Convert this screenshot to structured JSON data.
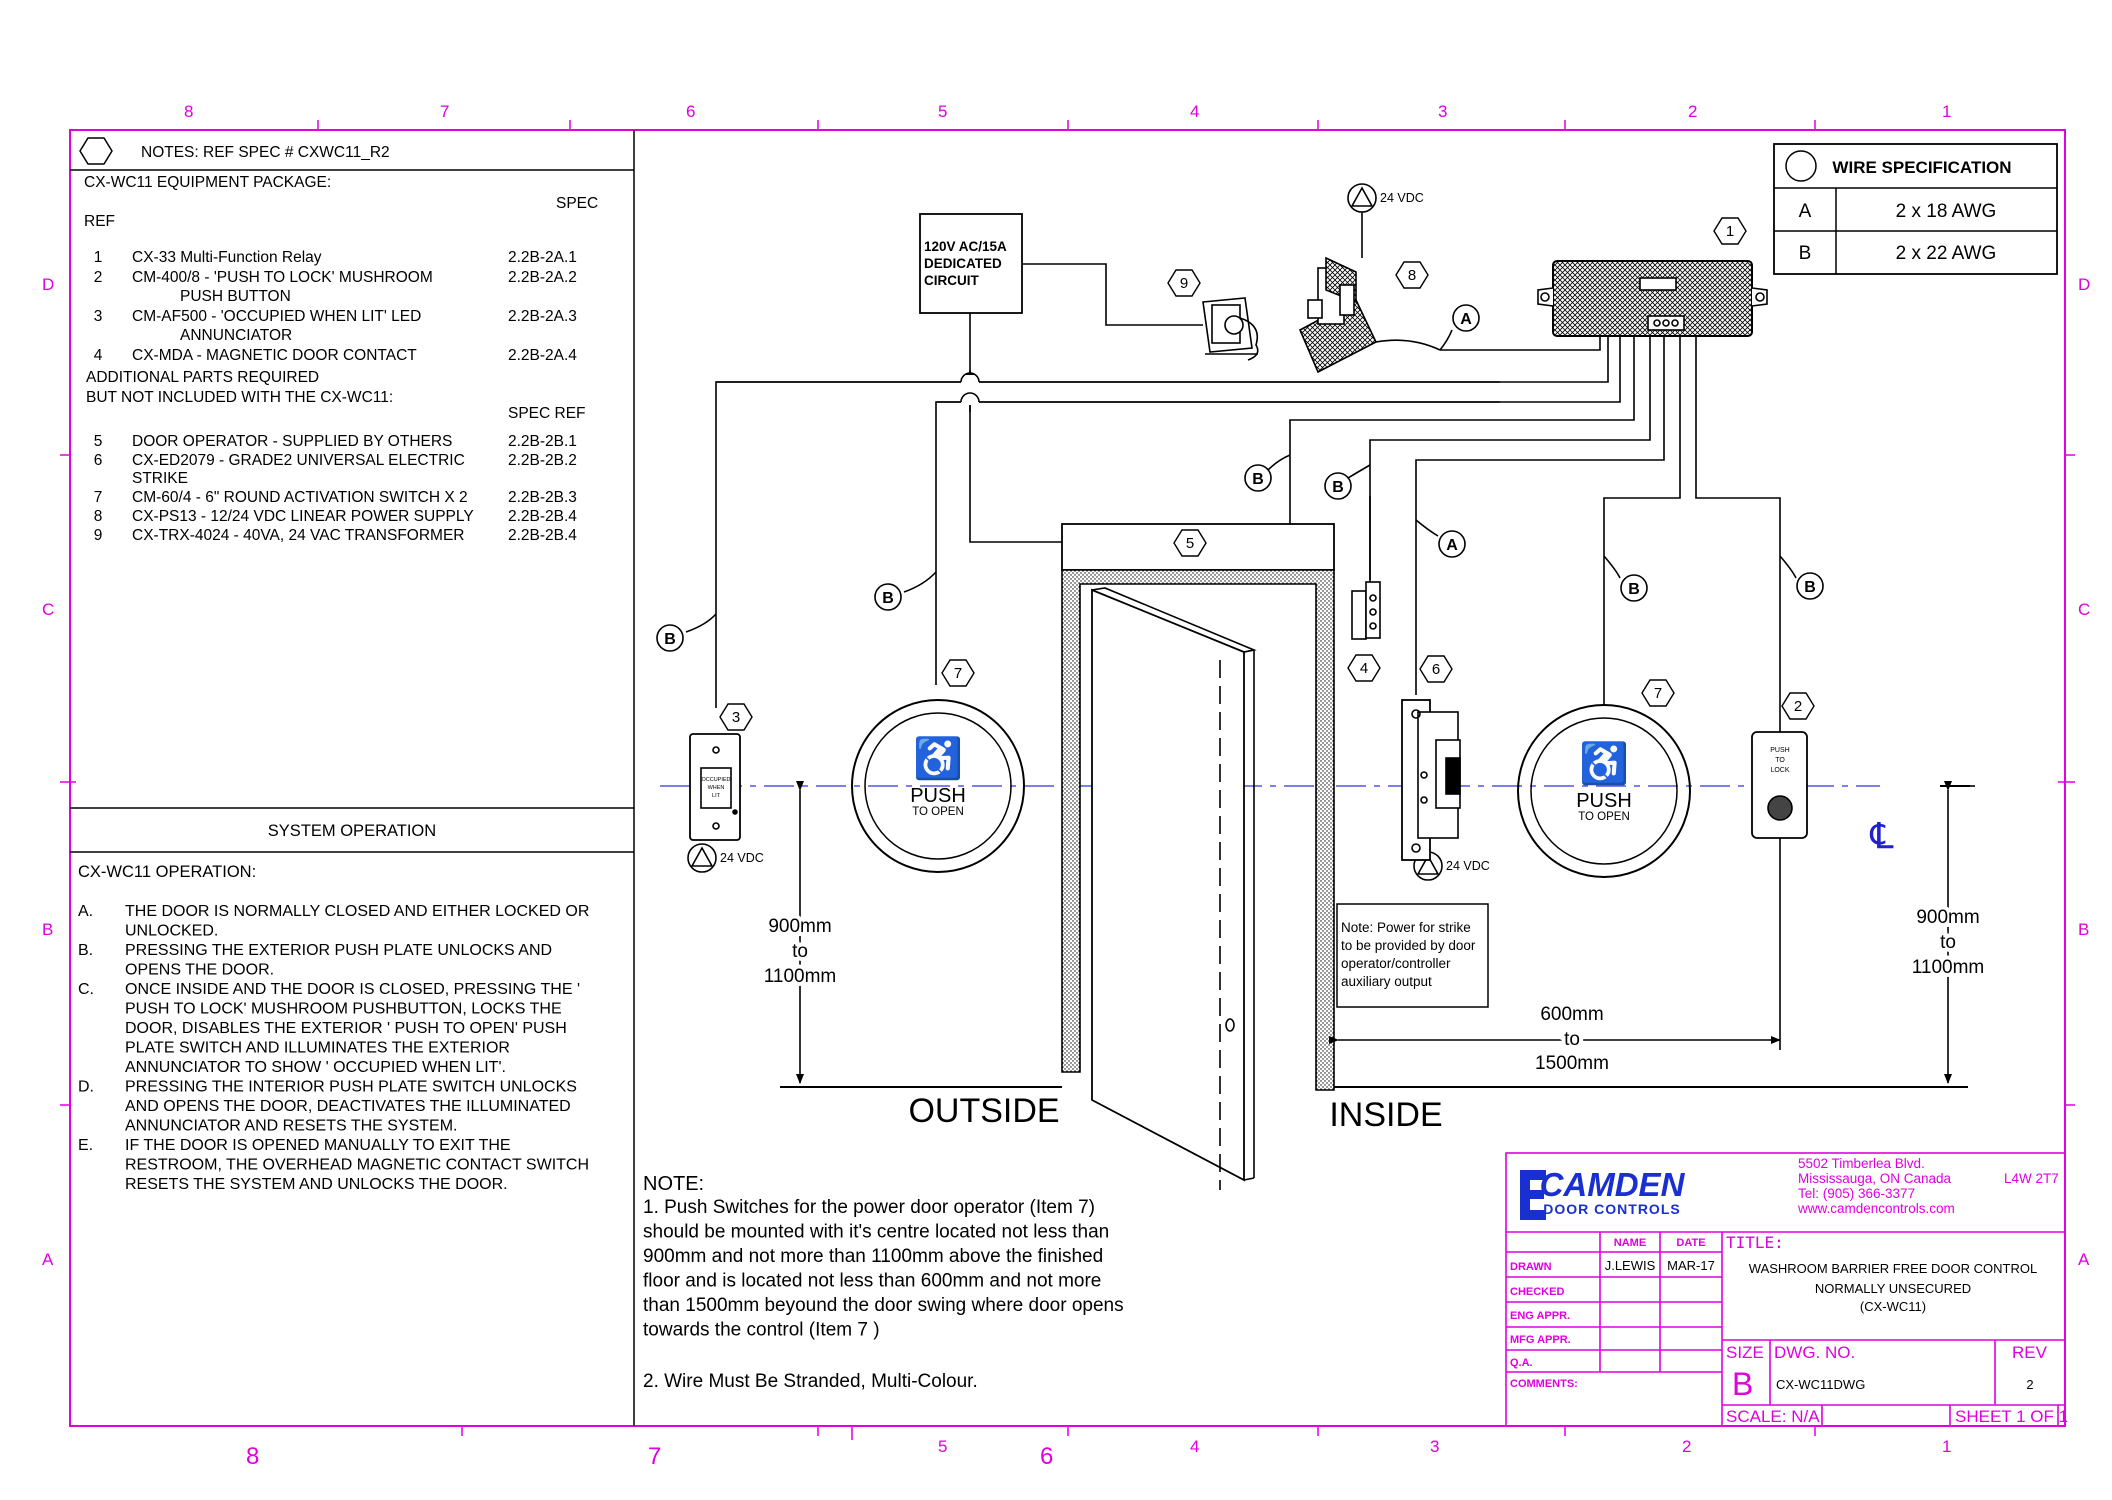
{
  "colors": {
    "border": "#e000e0",
    "ink": "#000000",
    "centerline": "#3030e0",
    "logo": "#1a2fd0"
  },
  "zones": {
    "top": [
      "8",
      "7",
      "6",
      "5",
      "4",
      "3",
      "2",
      "1"
    ],
    "bottom": [
      "8",
      "7",
      "6",
      "5",
      "4",
      "3",
      "2",
      "1"
    ],
    "left": [
      "D",
      "C",
      "B",
      "A"
    ],
    "right": [
      "D",
      "C",
      "B",
      "A"
    ]
  },
  "notes_header": "NOTES:  REF SPEC # CXWC11_R2",
  "equipment": {
    "title": "CX-WC11 EQUIPMENT PACKAGE:",
    "spec_label": "SPEC",
    "ref_label": "REF",
    "items": [
      {
        "no": "1",
        "desc": "CX-33 Multi-Function Relay",
        "desc2": "",
        "spec": "2.2B-2A.1"
      },
      {
        "no": "2",
        "desc": "CM-400/8 - 'PUSH TO LOCK' MUSHROOM",
        "desc2": "PUSH BUTTON",
        "spec": "2.2B-2A.2"
      },
      {
        "no": "3",
        "desc": "CM-AF500 - 'OCCUPIED WHEN LIT' LED",
        "desc2": "ANNUNCIATOR",
        "spec": "2.2B-2A.3"
      },
      {
        "no": "4",
        "desc": "CX-MDA - MAGNETIC DOOR CONTACT",
        "desc2": "",
        "spec": "2.2B-2A.4"
      }
    ],
    "additional_1": "ADDITIONAL PARTS REQUIRED",
    "additional_2": "BUT NOT INCLUDED WITH THE CX-WC11:",
    "spec_ref_label": "SPEC REF",
    "extra_items": [
      {
        "no": "5",
        "desc": "DOOR OPERATOR - SUPPLIED BY OTHERS",
        "desc2": "",
        "spec": "2.2B-2B.1"
      },
      {
        "no": "6",
        "desc": "CX-ED2079 - GRADE2 UNIVERSAL ELECTRIC",
        "desc2": "STRIKE",
        "spec": "2.2B-2B.2"
      },
      {
        "no": "7",
        "desc": "CM-60/4 - 6\" ROUND ACTIVATION SWITCH X 2",
        "desc2": "",
        "spec": "2.2B-2B.3"
      },
      {
        "no": "8",
        "desc": "CX-PS13 - 12/24 VDC LINEAR POWER SUPPLY",
        "desc2": "",
        "spec": "2.2B-2B.4"
      },
      {
        "no": "9",
        "desc": "CX-TRX-4024 - 40VA, 24 VAC TRANSFORMER",
        "desc2": "",
        "spec": "2.2B-2B.4"
      }
    ]
  },
  "system_operation": {
    "title": "SYSTEM OPERATION",
    "subtitle": "CX-WC11 OPERATION:",
    "steps": [
      {
        "letter": "A.",
        "lines": [
          "THE DOOR IS NORMALLY CLOSED AND EITHER LOCKED OR",
          "UNLOCKED."
        ]
      },
      {
        "letter": "B.",
        "lines": [
          "PRESSING THE EXTERIOR PUSH PLATE UNLOCKS AND",
          "OPENS THE DOOR."
        ]
      },
      {
        "letter": "C.",
        "lines": [
          "ONCE INSIDE AND THE DOOR IS CLOSED, PRESSING THE '",
          "PUSH TO LOCK' MUSHROOM PUSHBUTTON, LOCKS THE",
          "DOOR, DISABLES THE EXTERIOR ' PUSH TO OPEN' PUSH",
          "PLATE SWITCH AND ILLUMINATES THE EXTERIOR",
          "ANNUNCIATOR TO SHOW ' OCCUPIED WHEN LIT'."
        ]
      },
      {
        "letter": "D.",
        "lines": [
          "PRESSING THE INTERIOR PUSH PLATE SWITCH UNLOCKS",
          "AND OPENS THE DOOR, DEACTIVATES THE ILLUMINATED",
          "ANNUNCIATOR AND RESETS THE SYSTEM."
        ]
      },
      {
        "letter": "E.",
        "lines": [
          "IF THE DOOR IS OPENED MANUALLY TO EXIT THE",
          "RESTROOM, THE OVERHEAD MAGNETIC CONTACT SWITCH",
          "RESETS THE SYSTEM AND UNLOCKS THE DOOR."
        ]
      }
    ]
  },
  "wire_spec": {
    "title": "WIRE SPECIFICATION",
    "rows": [
      {
        "ref": "A",
        "value": "2 x 18 AWG"
      },
      {
        "ref": "B",
        "value": "2 x 22 AWG"
      }
    ]
  },
  "diagram": {
    "circuit_label": [
      "120V AC/15A",
      "DEDICATED",
      "CIRCUIT"
    ],
    "vdc": "24 VDC",
    "wire_a": "A",
    "wire_b": "B",
    "item_labels": [
      "1",
      "2",
      "3",
      "4",
      "5",
      "6",
      "7",
      "8",
      "9"
    ],
    "push": "PUSH",
    "to_open": "TO OPEN",
    "occupied": [
      "OCCUPIED",
      "WHEN",
      "LIT"
    ],
    "push_to_lock": [
      "PUSH",
      "TO",
      "LOCK"
    ],
    "height_left": [
      "900mm",
      "to",
      "1100mm"
    ],
    "height_right": [
      "900mm",
      "to",
      "1100mm"
    ],
    "distance": [
      "600mm",
      "to",
      "1500mm"
    ],
    "outside": "OUTSIDE",
    "inside": "INSIDE",
    "centerline": "℄",
    "strike_note": [
      "Note: Power for strike",
      "to be provided by door",
      "operator/controller",
      "auxiliary output"
    ]
  },
  "bottom_note": {
    "title": "NOTE:",
    "lines": [
      "1. Push Switches for the power door operator (Item 7)",
      "should be mounted with it's centre located not less than",
      "900mm and not more than 1100mm above the finished",
      "floor and is located not less than 600mm and not more",
      "than 1500mm beyound the door swing where door opens",
      "towards the control (Item 7 )"
    ],
    "line2": "2. Wire Must Be Stranded, Multi-Colour."
  },
  "title_block": {
    "logo_main": "CAMDEN",
    "logo_sub": "DOOR CONTROLS",
    "address": [
      "5502 Timberlea Blvd.",
      "Mississauga, ON  Canada",
      "Tel: (905) 366-3377",
      "www.camdencontrols.com"
    ],
    "postal": "L4W 2T7",
    "name_label": "NAME",
    "date_label": "DATE",
    "title_label": "TITLE:",
    "rows": [
      "DRAWN",
      "CHECKED",
      "ENG APPR.",
      "MFG APPR.",
      "Q.A.",
      "COMMENTS:"
    ],
    "drawn_name": "J.LEWIS",
    "drawn_date": "MAR-17",
    "title_lines": [
      "WASHROOM BARRIER FREE DOOR CONTROL",
      "NORMALLY UNSECURED",
      "(CX-WC11)"
    ],
    "size_label": "SIZE",
    "size_value": "B",
    "dwg_label": "DWG.  NO.",
    "dwg_value": "CX-WC11DWG",
    "rev_label": "REV",
    "rev_value": "2",
    "scale": "SCALE: N/A",
    "sheet": "SHEET 1 OF 1"
  }
}
